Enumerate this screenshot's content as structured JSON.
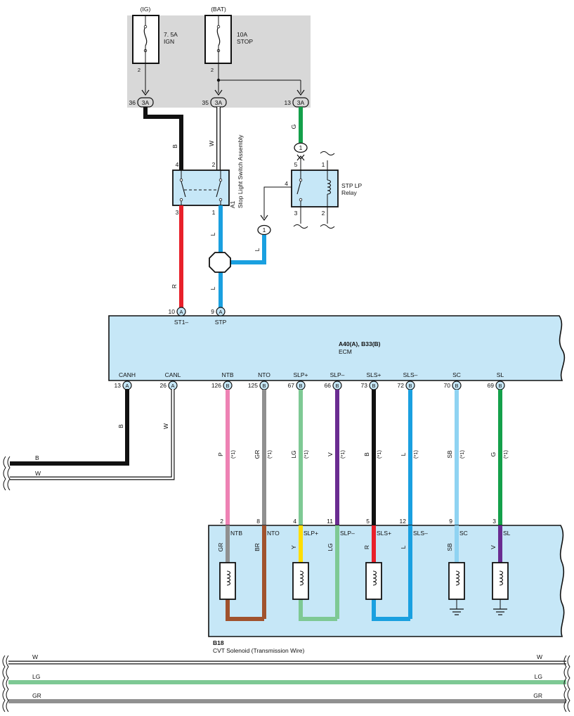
{
  "fuse_box": {
    "ig": {
      "supply": "(IG)",
      "rating": "7. 5A",
      "name": "IGN",
      "pin": "2",
      "conn": "3A",
      "conn_pin": "36"
    },
    "bat": {
      "supply": "(BAT)",
      "rating": "10A",
      "name": "STOP",
      "pin": "2",
      "conn": "3A",
      "conn_pin": "35"
    },
    "relay_feed": {
      "conn": "3A",
      "conn_pin": "13"
    }
  },
  "stop_light_switch": {
    "id": "A1",
    "name": "Stop Light Switch Assembly",
    "pins": {
      "top_left": "4",
      "top_right": "2",
      "bottom_left": "3",
      "bottom_right": "1"
    },
    "wire_top_left": "B",
    "wire_top_right": "W",
    "wire_bottom_left": "R",
    "wire_bottom_right": "L"
  },
  "stp_relay": {
    "name_line1": "STP LP",
    "name_line2": "Relay",
    "pins": {
      "p5": "5",
      "p1": "1",
      "p4": "4",
      "p3": "3",
      "p2": "2"
    },
    "wire_feed": "G",
    "junction_top": "1",
    "junction_left": "1",
    "wire_left": "L"
  },
  "ecm": {
    "ids": "A40(A), B33(B)",
    "name": "ECM",
    "top_pins": [
      {
        "num": "10",
        "conn": "A",
        "label": "ST1–",
        "wire": "R"
      },
      {
        "num": "9",
        "conn": "A",
        "label": "STP",
        "wire": "L"
      }
    ],
    "bottom_pins": [
      {
        "label": "CANH",
        "num": "13",
        "conn": "A",
        "wire": "B"
      },
      {
        "label": "CANL",
        "num": "26",
        "conn": "A",
        "wire": "W"
      },
      {
        "label": "NTB",
        "num": "126",
        "conn": "B",
        "wire": "P",
        "note": "(*1)"
      },
      {
        "label": "NTO",
        "num": "125",
        "conn": "B",
        "wire": "GR",
        "note": "(*1)"
      },
      {
        "label": "SLP+",
        "num": "67",
        "conn": "B",
        "wire": "LG",
        "note": "(*1)"
      },
      {
        "label": "SLP–",
        "num": "66",
        "conn": "B",
        "wire": "V",
        "note": "(*1)"
      },
      {
        "label": "SLS+",
        "num": "73",
        "conn": "B",
        "wire": "B",
        "note": "(*1)"
      },
      {
        "label": "SLS–",
        "num": "72",
        "conn": "B",
        "wire": "L",
        "note": "(*1)"
      },
      {
        "label": "SC",
        "num": "70",
        "conn": "B",
        "wire": "SB",
        "note": "(*1)"
      },
      {
        "label": "SL",
        "num": "69",
        "conn": "B",
        "wire": "G",
        "note": "(*1)"
      }
    ]
  },
  "can_bus": {
    "wire_b": "B",
    "wire_w": "W"
  },
  "cvt_solenoid": {
    "id": "B18",
    "name": "CVT Solenoid (Transmission Wire)",
    "pins": [
      {
        "num": "2",
        "label": "NTB",
        "wire": "GR"
      },
      {
        "num": "8",
        "label": "NTO",
        "wire": "BR"
      },
      {
        "num": "4",
        "label": "SLP+",
        "wire": "Y"
      },
      {
        "num": "11",
        "label": "SLP–",
        "wire": "LG"
      },
      {
        "num": "5",
        "label": "SLS+",
        "wire": "R"
      },
      {
        "num": "12",
        "label": "SLS–",
        "wire": "L"
      },
      {
        "num": "9",
        "label": "SC",
        "wire": "SB"
      },
      {
        "num": "3",
        "label": "SL",
        "wire": "V"
      }
    ]
  },
  "bus_lines": [
    {
      "label": "W",
      "color": "#ffffff"
    },
    {
      "label": "LG",
      "color": "#7ec994"
    },
    {
      "label": "GR",
      "color": "#909090"
    }
  ],
  "colors": {
    "B": "#111111",
    "W": "#ffffff",
    "R": "#e8202a",
    "L": "#1aa0e0",
    "G": "#14a04a",
    "P": "#ee82b4",
    "GR": "#909090",
    "LG": "#7ec994",
    "V": "#6a2c91",
    "SB": "#8fd3f2",
    "Y": "#ffdd00",
    "BR": "#a0522d",
    "ecm_fill": "#c6e7f7",
    "fuse_box_fill": "#d8d8d8"
  }
}
